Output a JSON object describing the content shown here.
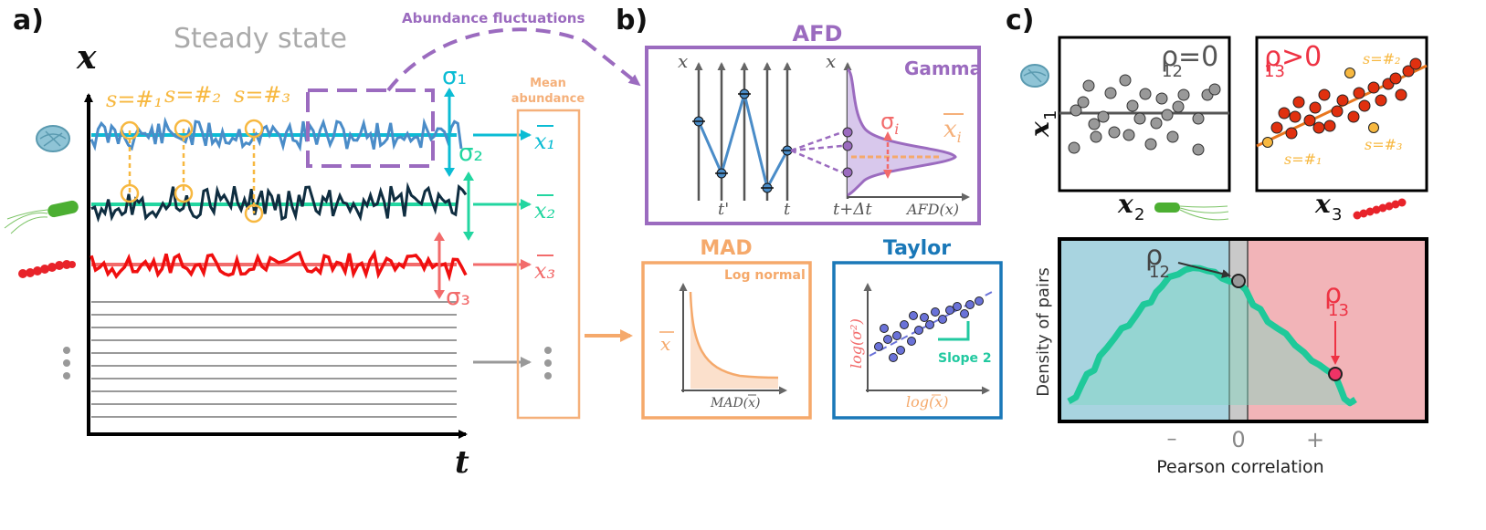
{
  "panel_a": {
    "label": "a)",
    "title": "Steady state",
    "axis_y": "x",
    "axis_x": "t",
    "s1": "s=#₁",
    "s2": "s=#₂",
    "s3": "s=#₃",
    "sigma1": "σ₁",
    "sigma2": "σ₂",
    "sigma3": "σ₃",
    "xbar1": "x₁",
    "xbar2": "x₂",
    "xbar3": "x₃",
    "mean_abundance": [
      "Mean",
      "abundance"
    ],
    "fluctuations": "Abundance fluctuations",
    "colors": {
      "s1": "#4a8cc8",
      "s2": "#0f2d40",
      "s3": "#f00f0f",
      "mean1": "#0bbcd4",
      "mean2": "#22d6a0",
      "mean3": "#f26b6b",
      "accent": "#f7b840",
      "mean_box": "#f5b07a",
      "purple": "#9b6bbf"
    }
  },
  "panel_b": {
    "label": "b)",
    "afd_title": "AFD",
    "gamma": "Gamma",
    "x_label": "x",
    "t_prime": "t'",
    "t": "t",
    "t_dt": "t+Δt",
    "afd_x": "AFD(x)",
    "sigma_i": "σ",
    "sigma_i_sub": "i",
    "xbar_i": "x",
    "xbar_i_sub": "i",
    "mad_title": "MAD",
    "log_normal": "Log normal",
    "mad_y": "x",
    "mad_x": "MAD(x)",
    "taylor_title": "Taylor",
    "taylor_y": "log(σ²)",
    "taylor_x": "log(x)",
    "slope": "Slope 2",
    "colors": {
      "afd": "#9b6bbf",
      "mad": "#f5a96b",
      "taylor": "#1a78b8",
      "slope": "#22c9a0",
      "points": "#6a72d8"
    }
  },
  "panel_c": {
    "label": "c)",
    "rho12": "ρ",
    "rho12_sub": "12",
    "rho12_eq": "=0",
    "rho13": "ρ",
    "rho13_sub": "13",
    "rho13_eq": ">0",
    "y1": "x",
    "y1_sub": "1",
    "x2": "x",
    "x2_sub": "2",
    "x3": "x",
    "x3_sub": "3",
    "s1": "s=#₁",
    "s2": "s=#₂",
    "s3": "s=#₃",
    "density_ylabel": "Density of pairs",
    "density_xlabel": "Pearson correlation",
    "tick_minus": "–",
    "tick_zero": "0",
    "tick_plus": "+",
    "colors": {
      "neg": "#a8d4e0",
      "pos": "#f2b4b8",
      "curve": "#1fc99a",
      "fit": "#e8761e",
      "rho13": "#ee3344"
    }
  }
}
